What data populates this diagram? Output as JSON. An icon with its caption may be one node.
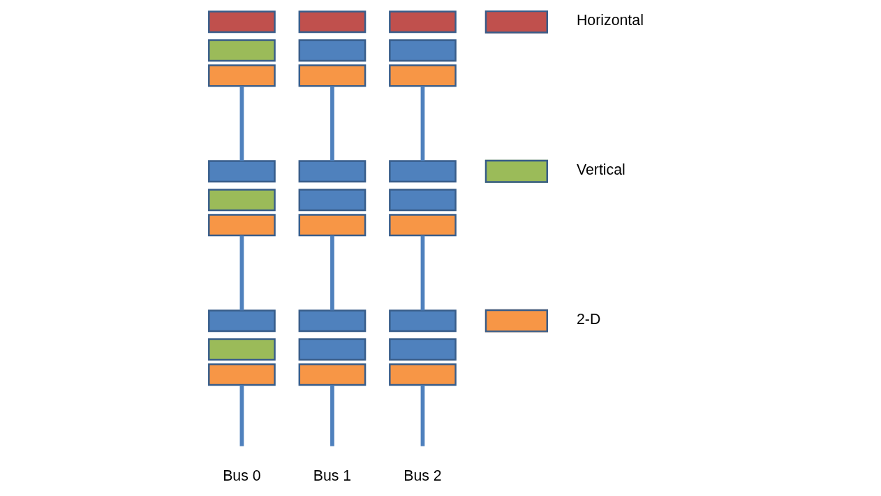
{
  "diagram": {
    "nodes": [
      {
        "text": [],
        "shape": "box"
      },
      {
        "text": [],
        "shape": "box"
      },
      {
        "text": [],
        "shape": "box"
      },
      {
        "text": [],
        "shape": "box"
      },
      {
        "text": [],
        "shape": "box"
      },
      {
        "text": [],
        "shape": "box"
      },
      {
        "text": [],
        "shape": "box"
      },
      {
        "text": [],
        "shape": "box"
      },
      {
        "text": [],
        "shape": "box"
      },
      {
        "text": [],
        "shape": "box"
      },
      {
        "text": [],
        "shape": "box"
      },
      {
        "text": [],
        "shape": "box"
      },
      {
        "text": [],
        "shape": "box"
      },
      {
        "text": [],
        "shape": "box"
      },
      {
        "text": [],
        "shape": "box"
      },
      {
        "text": [],
        "shape": "box"
      },
      {
        "text": [],
        "shape": "box"
      },
      {
        "text": [],
        "shape": "box"
      },
      {
        "text": [],
        "shape": "box"
      },
      {
        "text": [],
        "shape": "box"
      },
      {
        "text": [],
        "shape": "box"
      },
      {
        "text": [],
        "shape": "box"
      },
      {
        "text": [],
        "shape": "box"
      },
      {
        "text": [],
        "shape": "box"
      },
      {
        "text": [],
        "shape": "box"
      },
      {
        "text": [],
        "shape": "box"
      },
      {
        "text": [],
        "shape": "box"
      }
    ],
    "edges": [
      {
        "from": 2,
        "to": 3,
        "arrow": "none"
      },
      {
        "from": 5,
        "to": 6,
        "arrow": "none"
      },
      {
        "from": 8,
        "to": null,
        "arrow": "none"
      },
      {
        "from": 11,
        "to": 12,
        "arrow": "none"
      },
      {
        "from": 14,
        "to": 15,
        "arrow": "none"
      },
      {
        "from": 17,
        "to": null,
        "arrow": "none"
      },
      {
        "from": 20,
        "to": 21,
        "arrow": "none"
      },
      {
        "from": 23,
        "to": 24,
        "arrow": "none"
      },
      {
        "from": 26,
        "to": null,
        "arrow": "none"
      }
    ],
    "labels": [
      "Bus 0",
      "Bus 1",
      "Bus 2"
    ],
    "legend": [
      {
        "text": "Horizontal",
        "color": "#c0504d"
      },
      {
        "text": "Vertical",
        "color": "#9bbb59"
      },
      {
        "text": "2-D",
        "color": "#f79646"
      }
    ]
  }
}
